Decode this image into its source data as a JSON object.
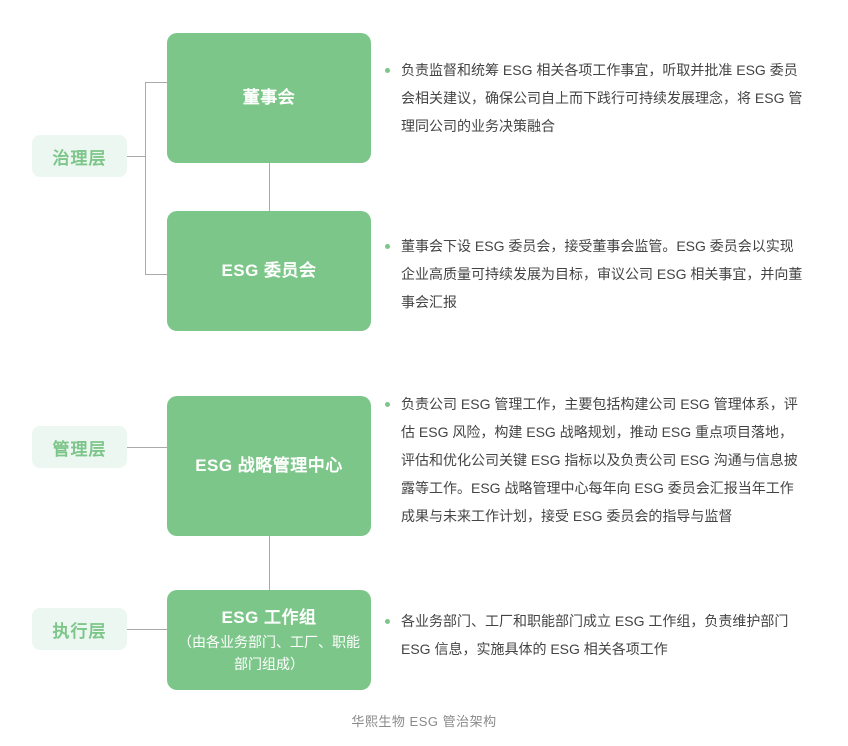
{
  "caption": "华熙生物 ESG 管治架构",
  "colors": {
    "node_green": "#7dc68a",
    "label_background": "#edf7f2",
    "label_text": "#7dc68a",
    "connector": "#aaaaaa",
    "body_text": "#444444",
    "caption_text": "#8a8a8a"
  },
  "layers": [
    {
      "id": "governance",
      "label": "治理层"
    },
    {
      "id": "management",
      "label": "管理层"
    },
    {
      "id": "execution",
      "label": "执行层"
    }
  ],
  "nodes": [
    {
      "id": "board",
      "title": "董事会",
      "subtitle": "",
      "description": "负责监督和统筹 ESG 相关各项工作事宜，听取并批准 ESG 委员会相关建议，确保公司自上而下践行可持续发展理念，将 ESG 管理同公司的业务决策融合"
    },
    {
      "id": "committee",
      "title": "ESG 委员会",
      "subtitle": "",
      "description": "董事会下设 ESG 委员会，接受董事会监管。ESG 委员会以实现企业高质量可持续发展为目标，审议公司 ESG 相关事宜，并向董事会汇报"
    },
    {
      "id": "center",
      "title": "ESG 战略管理中心",
      "subtitle": "",
      "description": "负责公司 ESG 管理工作，主要包括构建公司 ESG 管理体系，评估 ESG 风险，构建 ESG 战略规划，推动 ESG 重点项目落地，评估和优化公司关键 ESG 指标以及负责公司 ESG 沟通与信息披露等工作。ESG 战略管理中心每年向 ESG 委员会汇报当年工作成果与未来工作计划，接受 ESG 委员会的指导与监督"
    },
    {
      "id": "workgroup",
      "title": "ESG 工作组",
      "subtitle": "（由各业务部门、工厂、职能部门组成）",
      "description": "各业务部门、工厂和职能部门成立 ESG 工作组，负责维护部门 ESG 信息，实施具体的 ESG 相关各项工作"
    }
  ]
}
